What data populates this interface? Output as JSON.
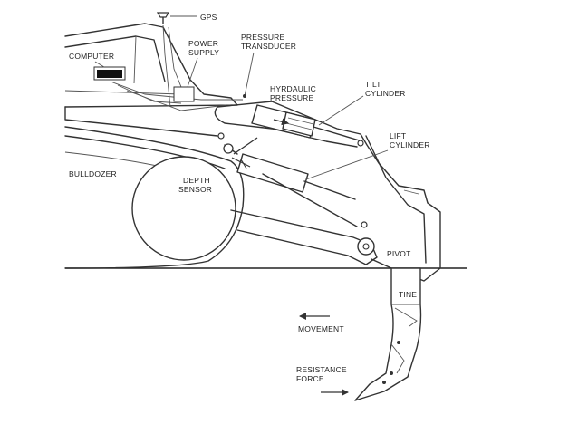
{
  "labels": {
    "gps": "GPS",
    "computer": "COMPUTER",
    "power_1": "POWER",
    "power_2": "SUPPLY",
    "pressure_1": "PRESSURE",
    "pressure_2": "TRANSDUCER",
    "hydraulic_1": "HYRDAULIC",
    "hydraulic_2": "PRESSURE",
    "tilt_1": "TILT",
    "tilt_2": "CYLINDER",
    "lift_1": "LIFT",
    "lift_2": "CYLINDER",
    "bulldozer": "BULLDOZER",
    "depth_1": "DEPTH",
    "depth_2": "SENSOR",
    "pivot": "PIVOT",
    "tine": "TINE",
    "movement": "MOVEMENT",
    "resistance_1": "RESISTANCE",
    "resistance_2": "FORCE"
  }
}
